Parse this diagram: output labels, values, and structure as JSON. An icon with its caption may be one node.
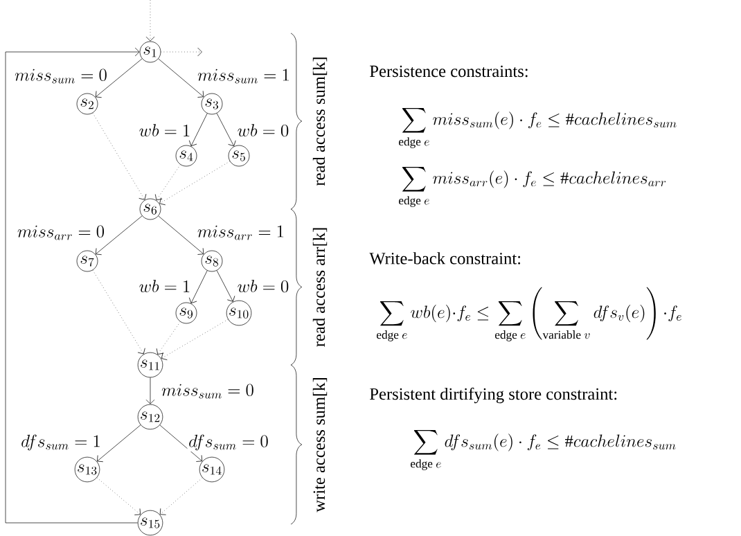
{
  "diagram": {
    "nodes": [
      {
        "text": [
          "s_1"
        ]
      },
      {
        "text": [
          "s_2"
        ]
      },
      {
        "text": [
          "s_3"
        ]
      },
      {
        "text": [
          "s_4"
        ]
      },
      {
        "text": [
          "s_5"
        ]
      },
      {
        "text": [
          "s_6"
        ]
      },
      {
        "text": [
          "s_7"
        ]
      },
      {
        "text": [
          "s_8"
        ]
      },
      {
        "text": [
          "s_9"
        ]
      },
      {
        "text": [
          "s_{10}"
        ]
      },
      {
        "text": [
          "s_{11}"
        ]
      },
      {
        "text": [
          "s_{12}"
        ]
      },
      {
        "text": [
          "s_{13}"
        ]
      },
      {
        "text": [
          "s_{14}"
        ]
      },
      {
        "text": [
          "s_{15}"
        ]
      }
    ],
    "edges": [
      {
        "from": null,
        "to": 0,
        "arrow": "to",
        "style": "dashed"
      },
      {
        "from": 0,
        "to": null,
        "arrow": "to",
        "style": "dashed"
      },
      {
        "from": 0,
        "to": 1,
        "arrow": "to",
        "label": "miss_{sum} = 0"
      },
      {
        "from": 0,
        "to": 2,
        "arrow": "to",
        "label": "miss_{sum} = 1"
      },
      {
        "from": 2,
        "to": 3,
        "arrow": "to",
        "label": "wb = 1"
      },
      {
        "from": 2,
        "to": 4,
        "arrow": "to",
        "label": "wb = 0"
      },
      {
        "from": 1,
        "to": 5,
        "arrow": "to",
        "style": "dashed"
      },
      {
        "from": 3,
        "to": 5,
        "arrow": "to",
        "style": "dashed"
      },
      {
        "from": 4,
        "to": 5,
        "arrow": "to",
        "style": "dashed"
      },
      {
        "from": 5,
        "to": 6,
        "arrow": "to",
        "label": "miss_{arr} = 0"
      },
      {
        "from": 5,
        "to": 7,
        "arrow": "to",
        "label": "miss_{arr} = 1"
      },
      {
        "from": 7,
        "to": 8,
        "arrow": "to",
        "label": "wb = 1"
      },
      {
        "from": 7,
        "to": 9,
        "arrow": "to",
        "label": "wb = 0"
      },
      {
        "from": 6,
        "to": 10,
        "arrow": "to",
        "style": "dashed"
      },
      {
        "from": 8,
        "to": 10,
        "arrow": "to",
        "style": "dashed"
      },
      {
        "from": 9,
        "to": 10,
        "arrow": "to",
        "style": "dashed"
      },
      {
        "from": 10,
        "to": 11,
        "arrow": "to",
        "label": "miss_{sum} = 0"
      },
      {
        "from": 11,
        "to": 12,
        "arrow": "to",
        "label": "dfs_{sum} = 1"
      },
      {
        "from": 11,
        "to": 13,
        "arrow": "to",
        "label": "dfs_{sum} = 0"
      },
      {
        "from": 12,
        "to": 14,
        "arrow": "to",
        "style": "dashed"
      },
      {
        "from": 13,
        "to": 14,
        "arrow": "to",
        "style": "dashed"
      },
      {
        "from": 14,
        "to": 0,
        "arrow": "to"
      }
    ],
    "labels": [
      "read access sum[k]",
      "read access arr[k]",
      "write access sum[k]",
      "Persistence constraints:",
      "\\sum_{\\text{edge } e} miss_{sum}(e) \\cdot f_e \\leq \\#cachelines_{sum}",
      "\\sum_{\\text{edge } e} miss_{arr}(e) \\cdot f_e \\leq \\#cachelines_{arr}",
      "Write-back constraint:",
      "\\sum_{\\text{edge } e} wb(e){\\cdot} f_e \\leq \\sum_{\\text{edge } e} \\left( \\sum_{\\text{variable } v} dfs_v(e) \\right){\\cdot} f_e",
      "Persistent dirtifying store constraint:",
      "\\sum_{\\text{edge } e} dfs_{sum}(e) \\cdot f_e \\leq \\#cachelines_{sum}"
    ]
  }
}
